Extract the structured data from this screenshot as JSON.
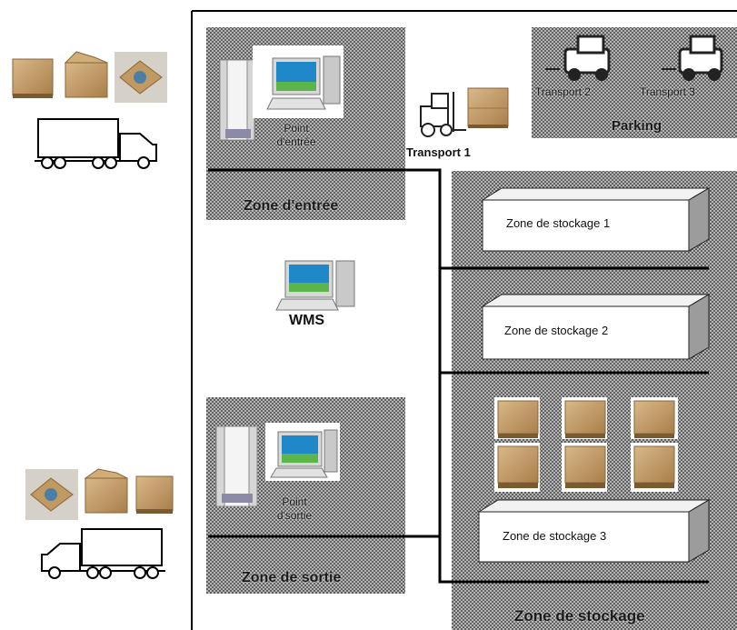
{
  "zones": {
    "entry": {
      "title": "Zone d'entrée",
      "point_label_1": "Point",
      "point_label_2": "d'entrée"
    },
    "exit": {
      "title": "Zone de sortie",
      "point_label_1": "Point",
      "point_label_2": "d'sortie"
    },
    "parking": {
      "title": "Parking",
      "transport2": "Transport 2",
      "transport3": "Transport 3"
    },
    "storage": {
      "title": "Zone de stockage",
      "areas": [
        "Zone de stockage 1",
        "Zone de stockage 2",
        "Zone de stockage 3"
      ]
    }
  },
  "transport1": "Transport 1",
  "wms": "WMS",
  "colors": {
    "hatch_dark": "#5a5a5a",
    "hatch_light": "#d8d8d8",
    "box": "#c8a06a",
    "screen": "#1e88c8"
  }
}
